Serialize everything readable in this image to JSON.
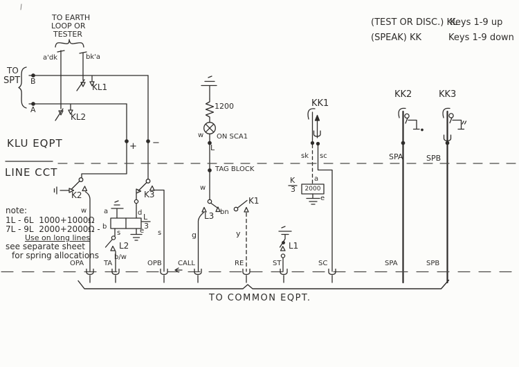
{
  "colors": {
    "ink": "#2e2c2a",
    "paper": "#fcfcfa",
    "dash": "#4a4846"
  },
  "legend": {
    "test_label": "(TEST OR DISC.) KL",
    "test_keys": "Keys 1-9 up",
    "speak_label": "(SPEAK) KK",
    "speak_keys": "Keys 1-9 down"
  },
  "earth_loop": {
    "line1": "TO EARTH",
    "line2": "LOOP OR",
    "line3": "TESTER",
    "wire_left": "a'dk",
    "wire_right": "bk'a"
  },
  "spt": {
    "to": "TO",
    "spt": "SPT",
    "b": "B",
    "a": "A"
  },
  "relay_contacts": {
    "kl1": "KL1",
    "kl2": "KL2",
    "k1": "K1",
    "k2": "K2",
    "k3": "K3",
    "l1": "L1",
    "l2": "L2",
    "l3": "L3"
  },
  "polarity": {
    "plus": "+",
    "minus": "−"
  },
  "sections": {
    "klu_eqpt": "KLU EQPT",
    "line_cct": "LINE CCT",
    "to_common_eqpt": "TO COMMON EQPT."
  },
  "lamp_chain": {
    "resistor": "1200",
    "w_lamp": "w",
    "on_sca1": "ON SCA1",
    "lamp_designation": "L",
    "tag_block": "TAG BLOCK",
    "w_tag": "w"
  },
  "changeover": {
    "bn": "bn",
    "g": "g",
    "y": "y"
  },
  "wires": {
    "w_opa": "w",
    "s_left": "s",
    "s_right": "s",
    "bw": "b/w"
  },
  "l_coil": {
    "name_top": "L",
    "name_bottom": "3",
    "a": "a",
    "b": "b",
    "d": "d",
    "e": "e"
  },
  "k_coil": {
    "name_top": "K",
    "name_bottom": "3",
    "value": "2000",
    "a": "a",
    "e": "e",
    "sk": "sk",
    "sc": "sc"
  },
  "keys": {
    "kk1": "KK1",
    "kk2": "KK2",
    "kk3": "KK3",
    "spa_upper": "SPA",
    "spb_upper": "SPB"
  },
  "terminals": {
    "opa": "OPA",
    "ta": "TA",
    "opb": "OPB",
    "call": "CALL",
    "re": "RE",
    "st": "ST",
    "sc": "SC",
    "spa": "SPA",
    "spb": "SPB"
  },
  "note": {
    "heading": "note:",
    "line1": "1L - 6L  1000+1000Ω",
    "line2": "7L - 9L  2000+2000Ω -",
    "line3": "Use on long lines",
    "line4": "see separate sheet",
    "line5": "for spring allocations"
  }
}
